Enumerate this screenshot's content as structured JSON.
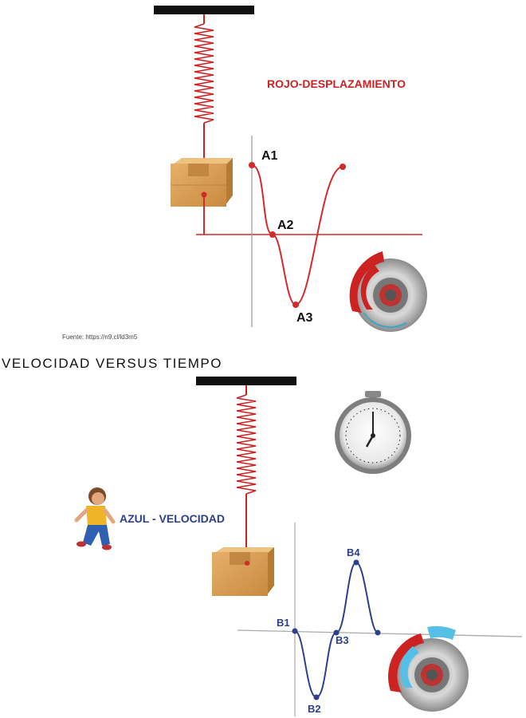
{
  "top": {
    "legend": "ROJO-DESPLAZAMIENTO",
    "points": [
      "A1",
      "A2",
      "A3"
    ],
    "source": "Fuente: https://n9.cl/ld3m5",
    "curve_color": "#d42a2a"
  },
  "section_title": "VELOCIDAD VERSUS TIEMPO",
  "bottom": {
    "legend": "AZUL - VELOCIDAD",
    "points": [
      "B1",
      "B2",
      "B3",
      "B4"
    ],
    "curve_color": "#2b3f8e"
  },
  "icons": [
    "spring-icon",
    "box-icon",
    "brake-disc-icon",
    "stopwatch-icon",
    "running-boy-icon"
  ]
}
